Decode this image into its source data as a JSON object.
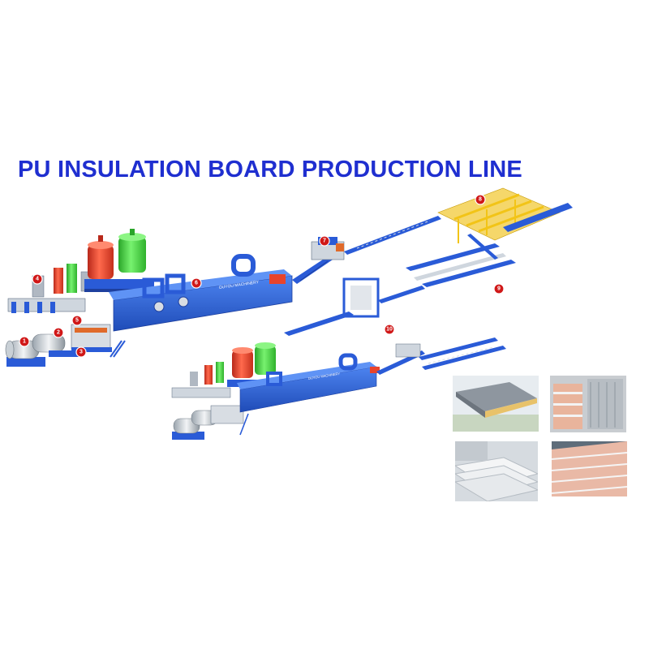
{
  "title": "PU INSULATION BOARD PRODUCTION LINE",
  "markers": [
    "1",
    "2",
    "3",
    "4",
    "5",
    "6",
    "7",
    "8",
    "9",
    "10"
  ],
  "machine_label": "OUYOU MACHINERY",
  "colors": {
    "title": "#1f2fd0",
    "frame": "#2a5bd7",
    "frame_dark": "#1d3f9e",
    "tank_red": "#e8442c",
    "tank_green": "#3fd13c",
    "marker": "#d01818",
    "stacker": "#f2c417",
    "panel_pink": "#e8a996",
    "panel_grey": "#9aa3ad"
  },
  "photos": [
    {
      "name": "grey-board-photo"
    },
    {
      "name": "pink-core-panel-stack-photo"
    },
    {
      "name": "white-board-stack-photo"
    },
    {
      "name": "pink-core-panel-edges-photo"
    }
  ]
}
